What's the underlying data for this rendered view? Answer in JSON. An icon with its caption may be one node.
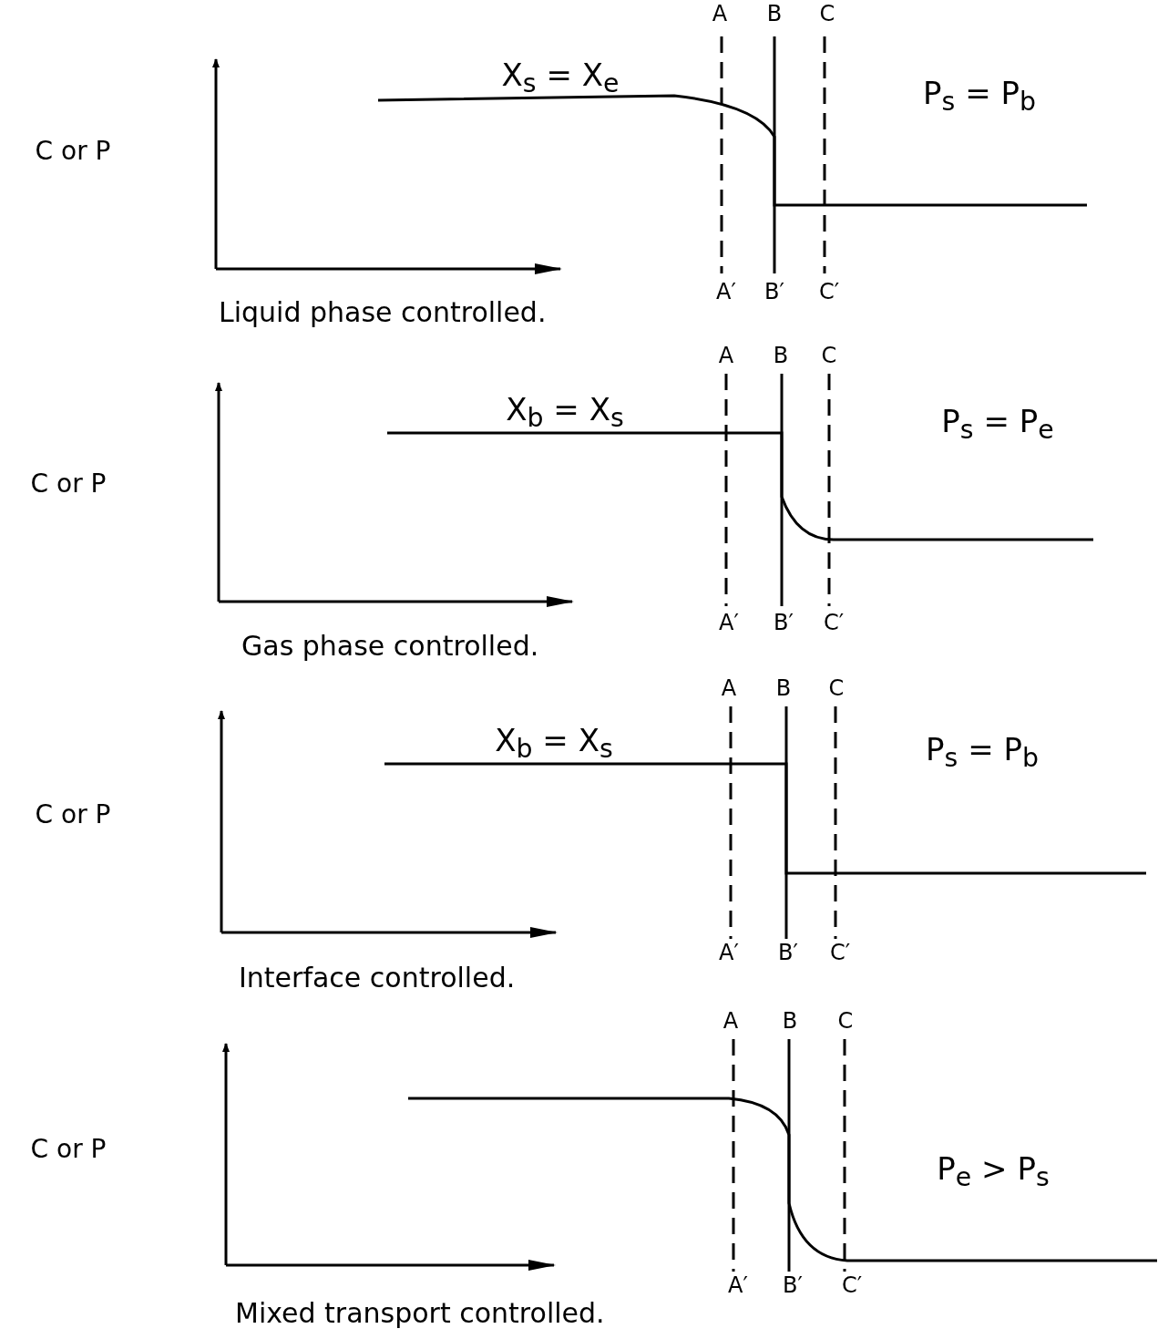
{
  "diagram": {
    "labels": [
      "A",
      "B",
      "C",
      "X$_{s}$ = X$_{e}$",
      "P$_{s}$ = P$_{b}$",
      "C or P",
      "A′",
      "B′",
      "C′",
      "Liquid phase controlled.",
      "A",
      "B",
      "C",
      "X$_{b}$ = X$_{s}$",
      "P$_{s}$ = P$_{e}$",
      "C or P",
      "A′",
      "B′",
      "C′",
      "Gas phase controlled.",
      "A",
      "B",
      "C",
      "X$_{b}$ = X$_{s}$",
      "P$_{s}$ = P$_{b}$",
      "C or P",
      "A′",
      "B′",
      "C′",
      "Interface controlled.",
      "A",
      "B",
      "C",
      "P$_{e}$ > P$_{s}$",
      "C or P",
      "A′",
      "B′",
      "C′",
      "Mixed transport controlled."
    ]
  }
}
